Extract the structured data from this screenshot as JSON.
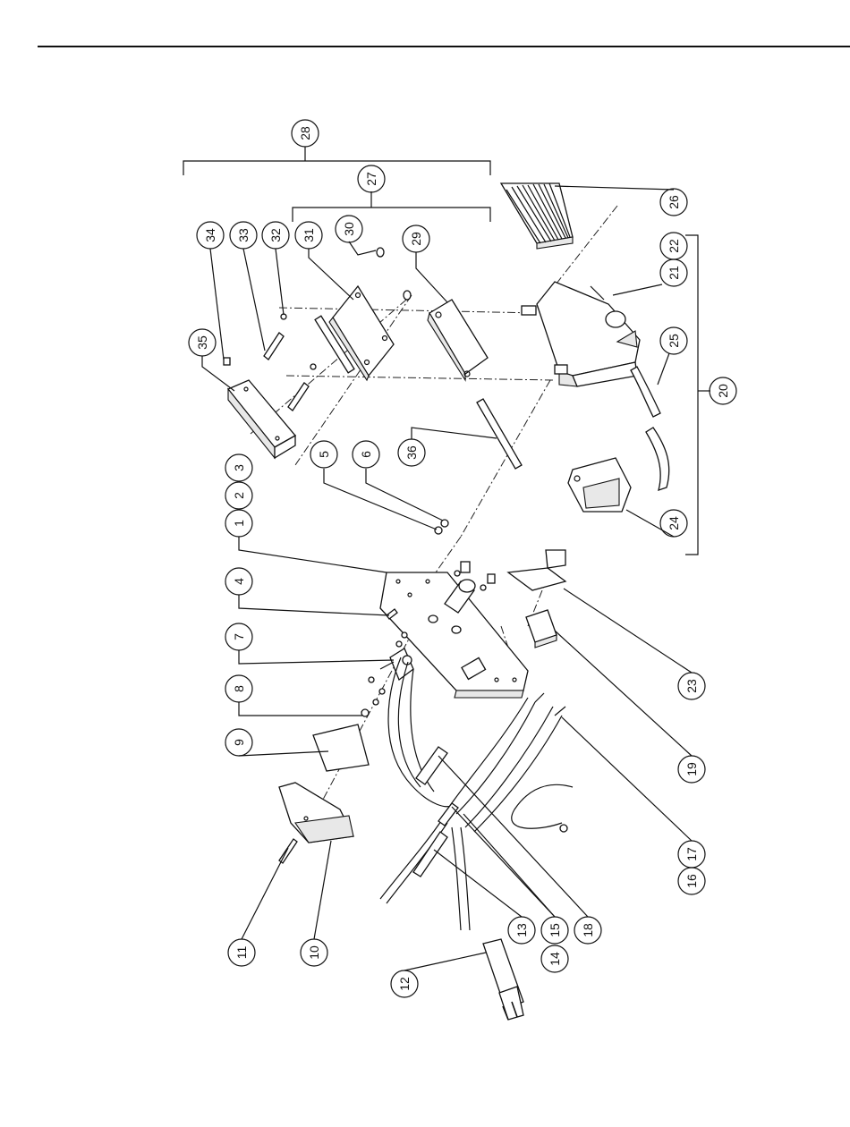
{
  "figure": {
    "callouts": [
      "1",
      "2",
      "3",
      "4",
      "5",
      "6",
      "7",
      "8",
      "9",
      "10",
      "11",
      "12",
      "13",
      "14",
      "15",
      "16",
      "17",
      "18",
      "19",
      "20",
      "21",
      "22",
      "23",
      "24",
      "25",
      "26",
      "27",
      "28",
      "29",
      "30",
      "31",
      "32",
      "33",
      "34",
      "35",
      "36"
    ]
  }
}
